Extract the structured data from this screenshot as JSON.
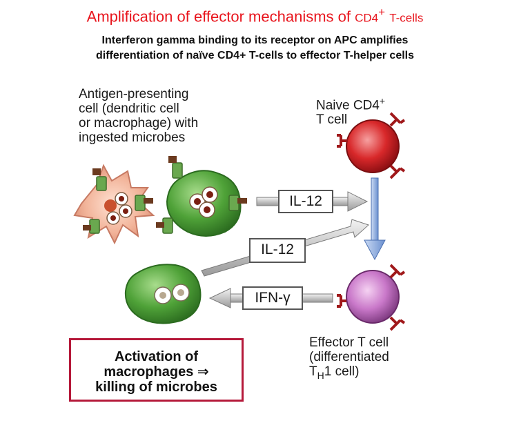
{
  "title": {
    "main": "Amplification of effector mechanisms of",
    "cd4": "CD4",
    "plus": "+",
    "tcells": "T-cells"
  },
  "subtitle": {
    "line1": "Interferon gamma binding to its receptor on APC amplifies",
    "line2": "differentiation of naïve CD4+ T-cells to effector T-helper cells"
  },
  "apc_label": [
    "Antigen-presenting",
    "cell (dendritic cell",
    "or macrophage) with",
    "ingested microbes"
  ],
  "naive_label": {
    "line1_text": "Naive CD4",
    "line1_sup": "+",
    "line2": "T cell"
  },
  "effector_label": {
    "line1": "Effector T cell",
    "line2": "(differentiated",
    "line3_prefix": "T",
    "line3_sub": "H",
    "line3_suffix": "1 cell)"
  },
  "arrows": {
    "il12_top": "IL-12",
    "il12_mid": "IL-12",
    "ifn": "IFN-γ"
  },
  "activation_box": {
    "line1": "Activation of",
    "line2": "macrophages ⇒",
    "line3": "killing of microbes"
  },
  "colors": {
    "title_red": "#e8141c",
    "box_border": "#b5193a",
    "naive_cell": "#d8282a",
    "effector_cell": "#c978c9",
    "macrophage": "#4fa238",
    "dendritic": "#f2b49a",
    "blue_arrow": "#8aaee0"
  }
}
